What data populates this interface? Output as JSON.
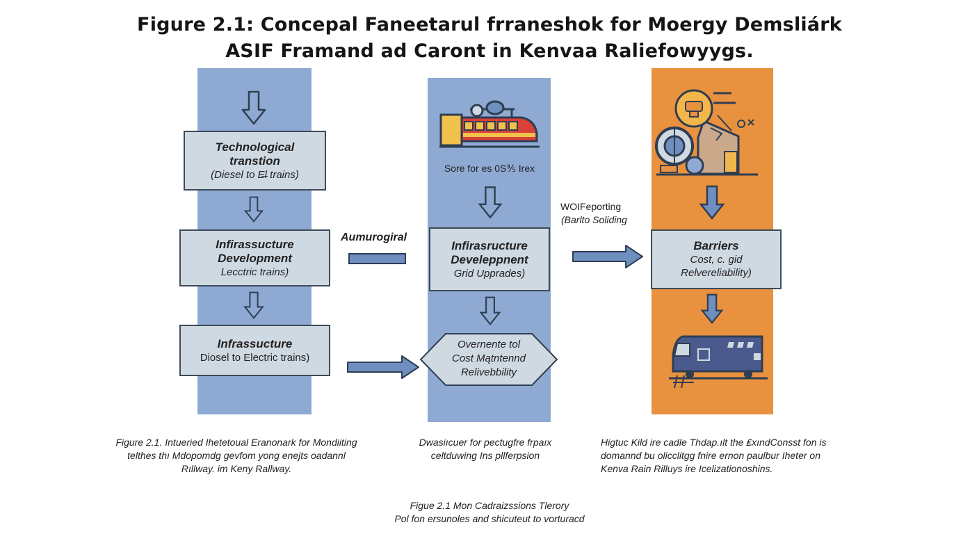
{
  "title": {
    "line1": "Figure 2.1: Concepal Faneetarul frraneshok for Moergy Demsliárk",
    "line2": "ASIF Framand ad Caront in Kenvaa Raliefowyygs."
  },
  "left_column": {
    "box1": {
      "title": "Technological transtion",
      "subtitle": "(Diesel to E̶l trains)"
    },
    "box2": {
      "title": "Infirassucture Development",
      "subtitle": "Lecctric trains)"
    },
    "box3": {
      "title": "Infrassucture",
      "subtitle": "Diosel to Electric trains)"
    }
  },
  "connector_label": "Aumurogiral",
  "middle_column": {
    "icon_caption": "Sore for es 0S⅗ Irex",
    "box1": {
      "title": "Infirasructure Develeppnent",
      "subtitle": "Grid Upprades)"
    },
    "hexagon": {
      "line1": "Overnente tol",
      "line2": "Cost Mątntennd",
      "line3": "Relivebbility"
    }
  },
  "right_connector_label": {
    "line1": "WOIFeporting",
    "line2": "(Barlto Soliding"
  },
  "right_column": {
    "box1": {
      "title": "Barriers",
      "line2": "Cost, c. gid",
      "line3": "Relvereliability)"
    }
  },
  "captions": {
    "left": {
      "line1": "Figure 2.1. Intueried Ihetetoual Eranonark for Mondiiting",
      "line2": "telthes thı Mdopomdg gevfom yong enejts oadannl",
      "line3": "Rıllway. im Keny Rallway."
    },
    "middle": {
      "line1": "Dwasiıcuer for pectugfre frpaıx",
      "line2": "celtduwing Ins pllferpsion"
    },
    "right": {
      "line1": "Higtuc Kild ire cadle Thdap.ılt the ₤xındConsst fon is",
      "line2": "domannd bu olicclitgg fnire ernon paulbur Iheter on",
      "line3": "Kenva Rain Rilluys ire Icelizationoshins."
    },
    "bottom": {
      "line1": "Figue 2.1 Mon Cadraizssions Tlerory",
      "line2": "Pol fon ersunoles and shicuteut to vorturacd"
    }
  },
  "colors": {
    "blue_band": "#8eaad2",
    "orange_band": "#e8913e",
    "box_fill": "#cfd9e2",
    "arrow_fill": "#6f8fc0",
    "arrow_stroke": "#2f3d52"
  },
  "icons": [
    "down-arrow-icon",
    "right-arrow-icon",
    "train-icon",
    "electric-train-icon",
    "energy-industry-icon",
    "locomotive-icon"
  ]
}
